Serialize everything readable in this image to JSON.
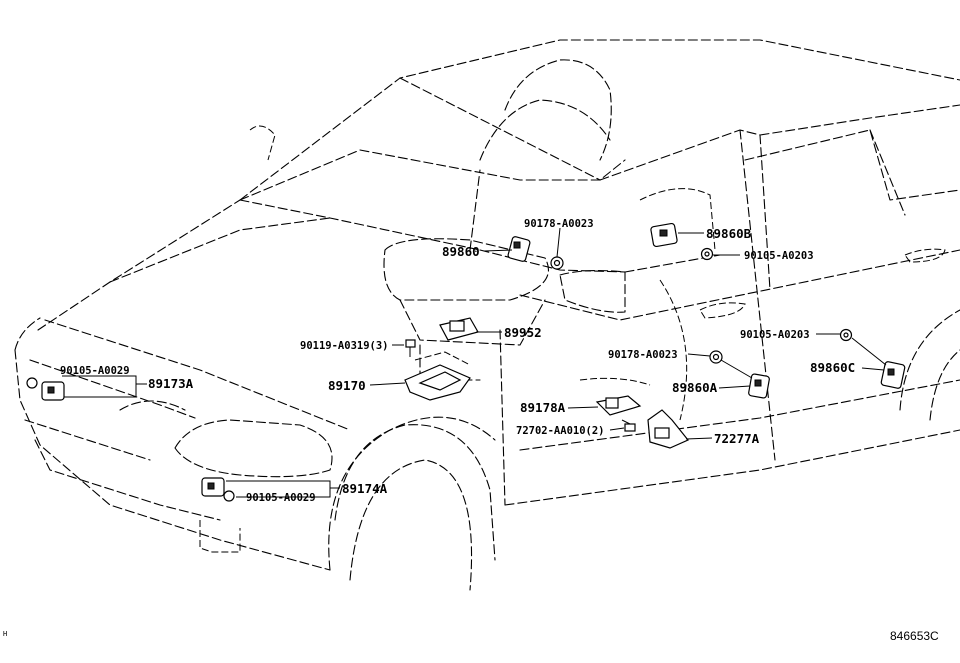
{
  "labels": {
    "p89860": "89860",
    "p90178_top": "90178-A0023",
    "p89860B": "89860B",
    "p90105_0203_top": "90105-A0203",
    "p89952": "89952",
    "p90119": "90119-A0319(3)",
    "p89170": "89170",
    "p90105_0029_left": "90105-A0029",
    "p89173A": "89173A",
    "p90178_mid": "90178-A0023",
    "p89860A": "89860A",
    "p90105_0203_right": "90105-A0203",
    "p89860C": "89860C",
    "p89178A": "89178A",
    "p72702": "72702-AA010(2)",
    "p72277A": "72277A",
    "p90105_0029_bottom": "90105-A0029",
    "p89174A": "89174A"
  },
  "corner_mark": "H",
  "diagram_code": "846653C"
}
